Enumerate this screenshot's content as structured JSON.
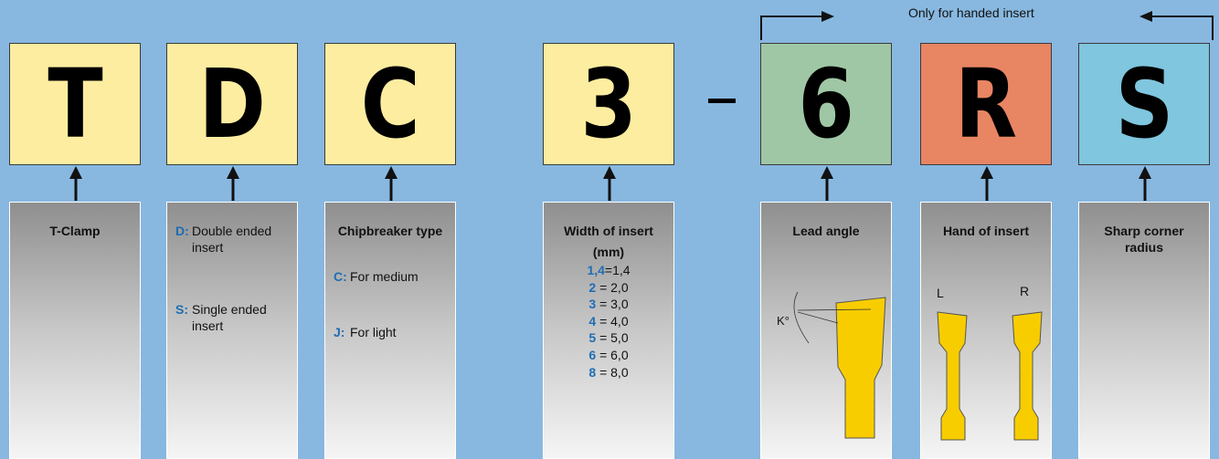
{
  "code_letters": {
    "t": "T",
    "d": "D",
    "c": "C",
    "width": "3",
    "lead": "6",
    "hand": "R",
    "corner": "S"
  },
  "colors": {
    "background": "#88b8e0",
    "yellow_box": "#fdeda0",
    "green_box": "#9fc7a5",
    "red_box": "#e88563",
    "blue_box": "#7fc6de",
    "code_blue": "#1f6db3",
    "insert_yellow": "#f8cd00"
  },
  "handed_note": "Only for handed insert",
  "panels": {
    "t_clamp": {
      "title": "T-Clamp"
    },
    "ended": {
      "entries": [
        {
          "code": "D:",
          "text": "Double ended insert"
        },
        {
          "code": "S:",
          "text": "Single ended insert"
        }
      ]
    },
    "chipbreaker": {
      "title": "Chipbreaker type",
      "entries": [
        {
          "code": "C:",
          "text": "For medium"
        },
        {
          "code": "J:",
          "text": "For light"
        }
      ]
    },
    "width": {
      "title": "Width of insert",
      "unit": "(mm)",
      "rows": [
        {
          "code": "1,4",
          "text": "=1,4"
        },
        {
          "code": "2",
          "text": " = 2,0"
        },
        {
          "code": "3",
          "text": " = 3,0"
        },
        {
          "code": "4",
          "text": " = 4,0"
        },
        {
          "code": "5",
          "text": " = 5,0"
        },
        {
          "code": "6",
          "text": " = 6,0"
        },
        {
          "code": "8",
          "text": " = 8,0"
        }
      ]
    },
    "lead_angle": {
      "title": "Lead angle",
      "angle_symbol": "K°"
    },
    "hand": {
      "title": "Hand of insert",
      "left_label": "L",
      "right_label": "R"
    },
    "corner": {
      "title": "Sharp corner radius"
    }
  }
}
